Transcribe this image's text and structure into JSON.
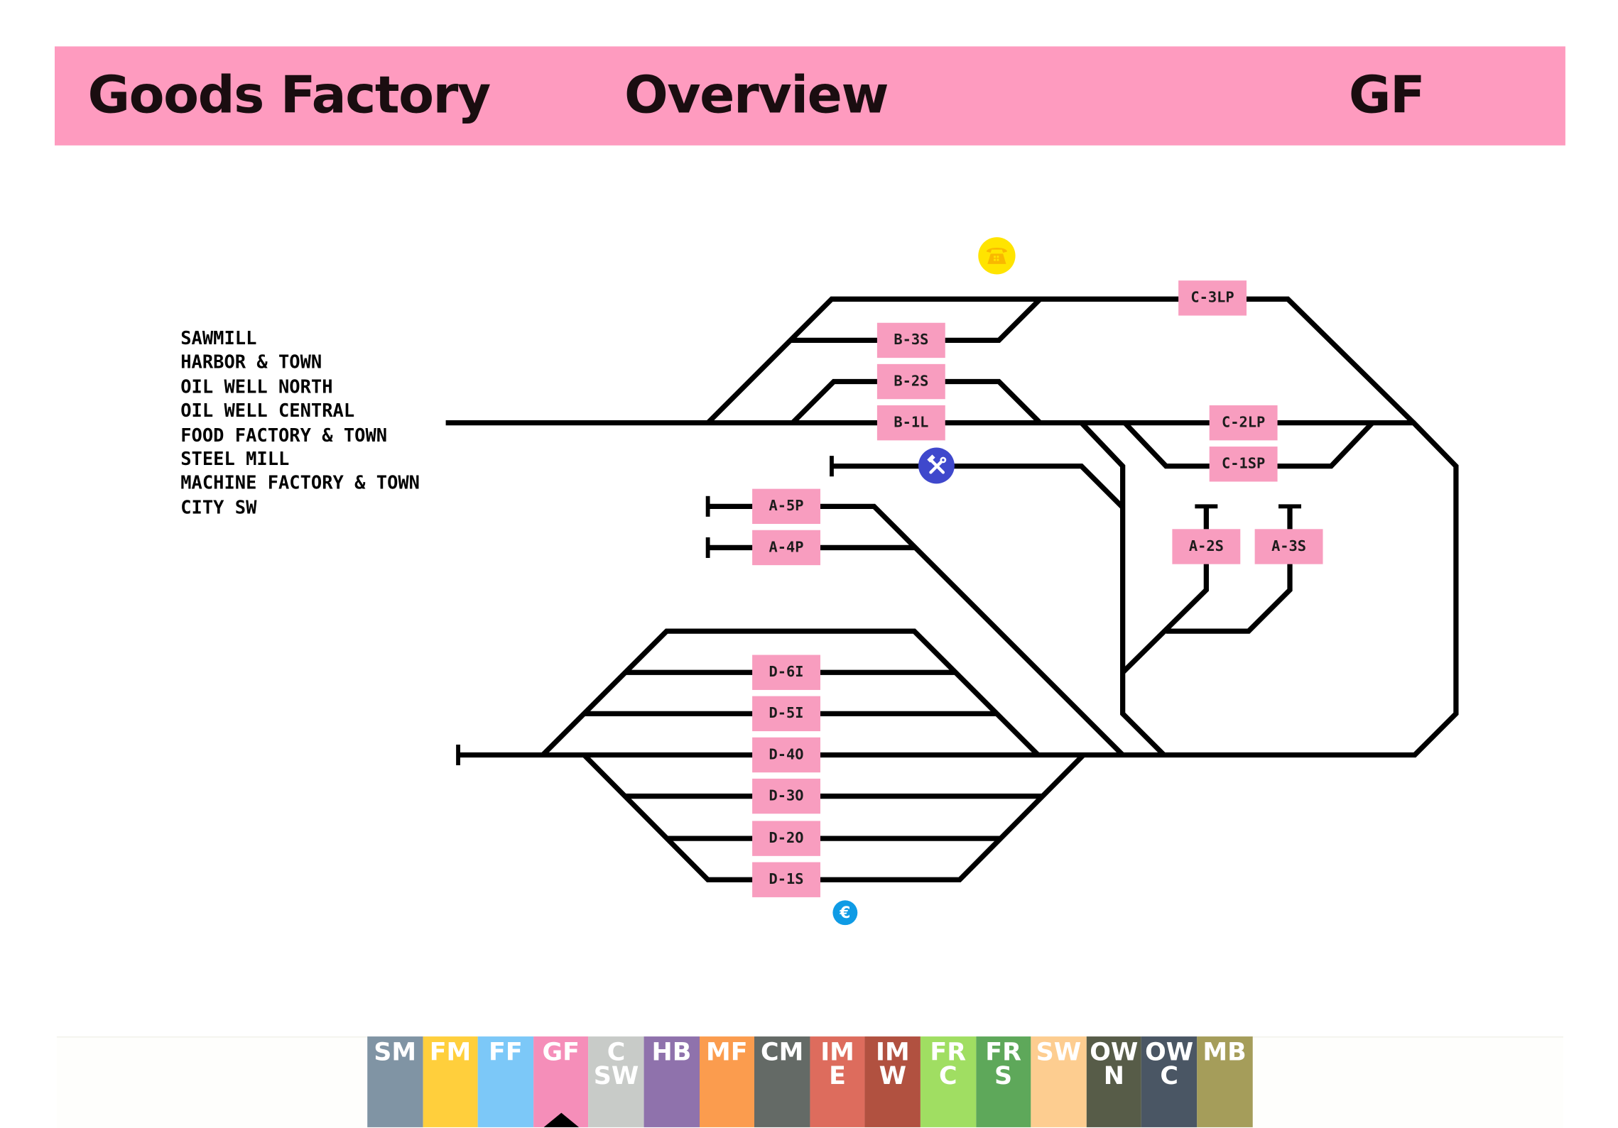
{
  "header": {
    "title": "Goods Factory",
    "subtitle": "Overview",
    "code": "GF",
    "background_color": "#fe9bbf"
  },
  "legend": {
    "lines": [
      "SAWMILL",
      "HARBOR & TOWN",
      "OIL WELL NORTH",
      "OIL WELL CENTRAL",
      "FOOD FACTORY & TOWN",
      "STEEL MILL",
      "MACHINE FACTORY & TOWN",
      "CITY SW"
    ]
  },
  "tracks": {
    "b_group": [
      "B-3S",
      "B-2S",
      "B-1L"
    ],
    "c_group": [
      "C-3LP",
      "C-2LP",
      "C-1SP"
    ],
    "a_group": [
      "A-5P",
      "A-4P",
      "A-2S",
      "A-3S"
    ],
    "d_group": [
      "D-6I",
      "D-5I",
      "D-4O",
      "D-3O",
      "D-2O",
      "D-1S"
    ],
    "box_color": "#f89dbf",
    "line_color": "#000000"
  },
  "icons": {
    "phone": {
      "name": "telephone-icon",
      "color": "#ffe400",
      "glyph": "☎"
    },
    "tools": {
      "name": "tools-icon",
      "color": "#3f48cc",
      "glyph": "🛠"
    },
    "euro": {
      "name": "euro-icon",
      "color": "#0f9be5",
      "glyph": "€"
    }
  },
  "nav": {
    "active": "GF",
    "tabs": [
      {
        "lines": [
          "SM"
        ],
        "color": "#8094a4"
      },
      {
        "lines": [
          "FM"
        ],
        "color": "#ffcf3c"
      },
      {
        "lines": [
          "FF"
        ],
        "color": "#7cc8f8"
      },
      {
        "lines": [
          "GF"
        ],
        "color": "#f58eb9"
      },
      {
        "lines": [
          "C",
          "SW"
        ],
        "color": "#c8cbc8"
      },
      {
        "lines": [
          "HB"
        ],
        "color": "#8f72ac"
      },
      {
        "lines": [
          "MF"
        ],
        "color": "#fb9c4e"
      },
      {
        "lines": [
          "CM"
        ],
        "color": "#646a66"
      },
      {
        "lines": [
          "IM",
          "E"
        ],
        "color": "#dd6c5d"
      },
      {
        "lines": [
          "IM",
          "W"
        ],
        "color": "#b15140"
      },
      {
        "lines": [
          "FR",
          "C"
        ],
        "color": "#a0de62"
      },
      {
        "lines": [
          "FR",
          "S"
        ],
        "color": "#5ea85a"
      },
      {
        "lines": [
          "SW"
        ],
        "color": "#fdcd90"
      },
      {
        "lines": [
          "OW",
          "N"
        ],
        "color": "#575c48"
      },
      {
        "lines": [
          "OW",
          "C"
        ],
        "color": "#4a5664"
      },
      {
        "lines": [
          "MB"
        ],
        "color": "#a59d5a"
      }
    ]
  }
}
